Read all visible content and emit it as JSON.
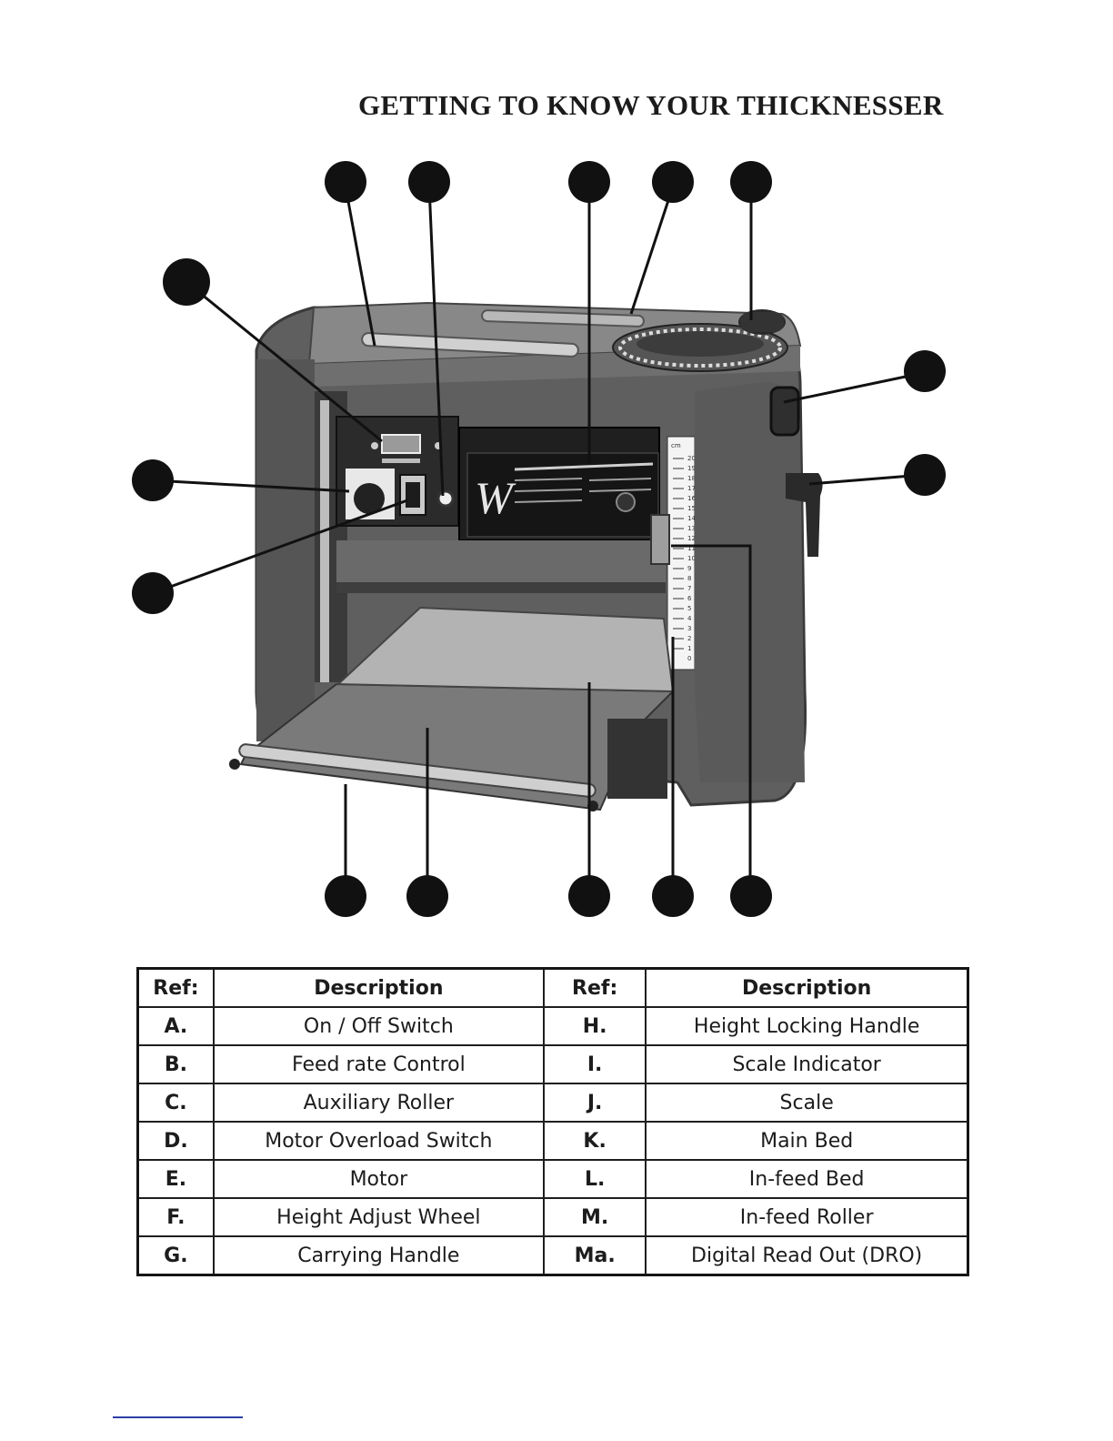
{
  "page": {
    "title": "GETTING TO KNOW YOUR THICKNESSER"
  },
  "scale_label": "cm",
  "scale_numbers": [
    "20",
    "19",
    "18",
    "17",
    "16",
    "15",
    "14",
    "13",
    "12",
    "11",
    "10",
    "9",
    "8",
    "7",
    "6",
    "5",
    "4",
    "3",
    "2",
    "1",
    "0"
  ],
  "parts_table": {
    "headers": [
      "Ref:",
      "Description",
      "Ref:",
      "Description"
    ],
    "rows": [
      {
        "ref1": "A.",
        "desc1": "On / Off Switch",
        "ref2": "H.",
        "desc2": "Height Locking Handle"
      },
      {
        "ref1": "B.",
        "desc1": "Feed rate Control",
        "ref2": "I.",
        "desc2": "Scale Indicator"
      },
      {
        "ref1": "C.",
        "desc1": "Auxiliary Roller",
        "ref2": "J.",
        "desc2": "Scale"
      },
      {
        "ref1": "D.",
        "desc1": "Motor Overload Switch",
        "ref2": "K.",
        "desc2": "Main Bed"
      },
      {
        "ref1": "E.",
        "desc1": "Motor",
        "ref2": "L.",
        "desc2": "In-feed Bed"
      },
      {
        "ref1": "F.",
        "desc1": "Height Adjust Wheel",
        "ref2": "M.",
        "desc2": "In-feed Roller"
      },
      {
        "ref1": "G.",
        "desc1": "Carrying Handle",
        "ref2": "Ma.",
        "desc2": "Digital Read Out (DRO)"
      }
    ]
  }
}
